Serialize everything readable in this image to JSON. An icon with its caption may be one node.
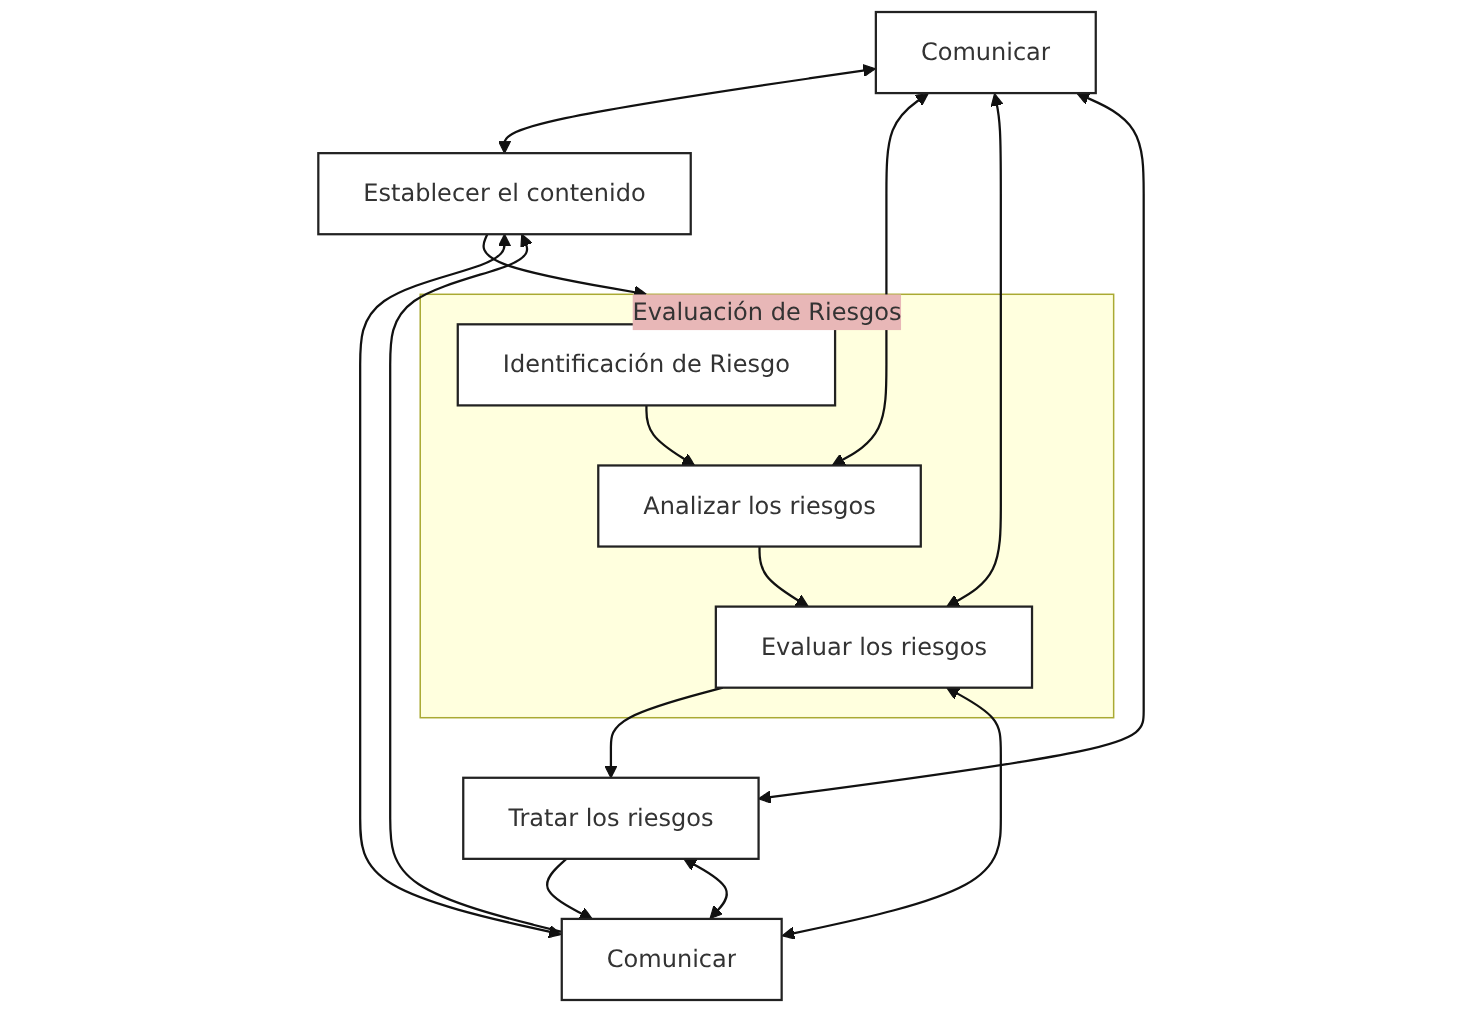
{
  "diagram": {
    "nodes": [
      {
        "text": [
          "Comunicar"
        ]
      },
      {
        "text": [
          "Establecer el contenido"
        ]
      },
      {
        "text": [
          "Evaluación de Riesgos"
        ]
      },
      {
        "text": [
          "Identificación de Riesgo"
        ],
        "in": 2
      },
      {
        "text": [
          "Analizar los riesgos"
        ],
        "in": 2
      },
      {
        "text": [
          "Evaluar los riesgos"
        ],
        "in": 2
      },
      {
        "text": [
          "Tratar los riesgos"
        ]
      },
      {
        "text": [
          "Comunicar"
        ]
      }
    ],
    "edges": [
      {
        "from": 0,
        "to": 1,
        "arrow": "both"
      },
      {
        "from": 1,
        "to": 2,
        "arrow": "to"
      },
      {
        "from": 3,
        "to": 4,
        "arrow": "to"
      },
      {
        "from": 4,
        "to": 5,
        "arrow": "to"
      },
      {
        "from": 5,
        "to": 6,
        "arrow": "to"
      },
      {
        "from": 0,
        "to": 4,
        "arrow": "both"
      },
      {
        "from": 0,
        "to": 5,
        "arrow": "both"
      },
      {
        "from": 0,
        "to": 6,
        "arrow": "both"
      },
      {
        "from": 7,
        "to": 1,
        "arrow": "both"
      },
      {
        "from": 7,
        "to": 5,
        "arrow": "both"
      },
      {
        "from": 7,
        "to": 6,
        "arrow": "both"
      },
      {
        "from": 6,
        "to": 7,
        "arrow": "to"
      },
      {
        "from": 7,
        "to": 1,
        "arrow": "to"
      }
    ]
  }
}
